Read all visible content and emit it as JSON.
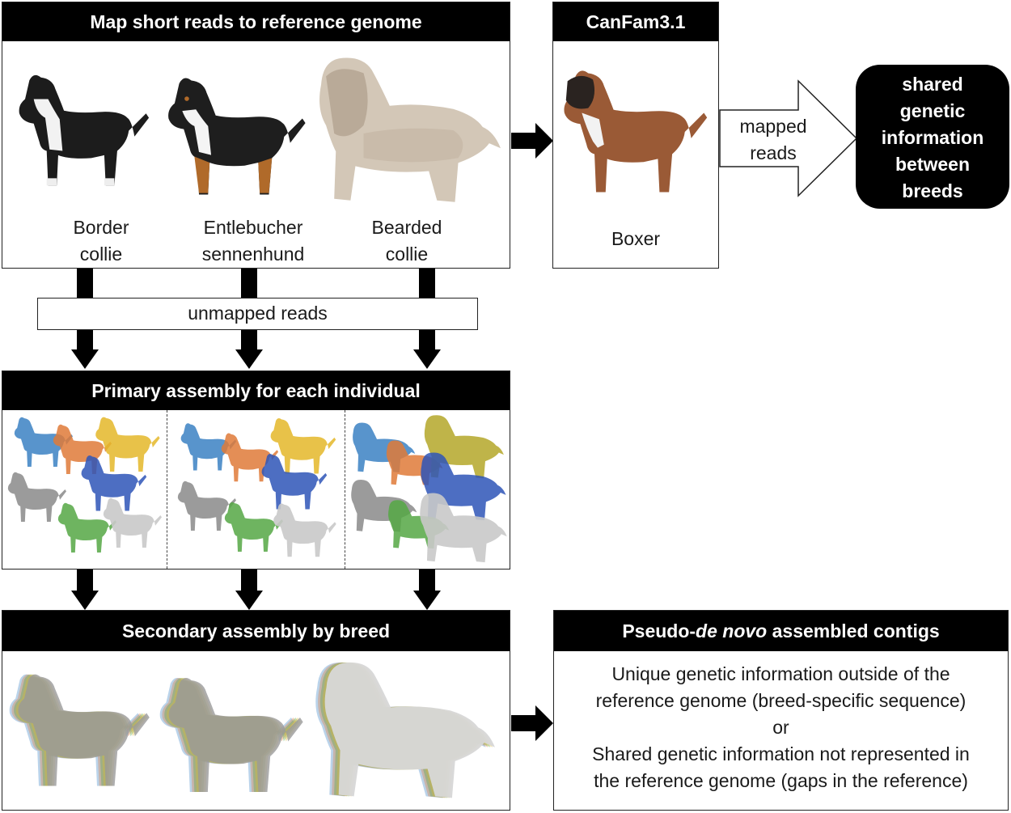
{
  "top_box": {
    "title": "Map short reads to reference genome",
    "breeds": [
      "Border\ncollie",
      "Entlebucher\nsennenhund",
      "Bearded\ncollie"
    ]
  },
  "reference": {
    "title": "CanFam3.1",
    "breed": "Boxer"
  },
  "mapped_label": "mapped\nreads",
  "shared_result": "shared\ngenetic\ninformation\nbetween\nbreeds",
  "unmapped_label": "unmapped reads",
  "primary": {
    "title": "Primary assembly for each individual",
    "individual_colors": [
      "#3b82c4",
      "#e07b39",
      "#e5b82a",
      "#2f55b8",
      "#8a8a8a",
      "#55a845",
      "#c9c9c9"
    ]
  },
  "secondary": {
    "title": "Secondary assembly by breed"
  },
  "contigs": {
    "title_pre": "Pseudo-",
    "title_italic": "de novo",
    "title_post": " assembled contigs",
    "lines": [
      "Unique genetic information outside of the",
      "reference genome (breed-specific sequence)",
      "or",
      "Shared genetic information not represented in",
      "the reference genome (gaps in the reference)"
    ]
  },
  "colors": {
    "header_bg": "#000000",
    "header_text": "#ffffff",
    "boxer_coat": "#9a5a36",
    "border_collie": "#1c1c1c",
    "bearded_collie": "#d3c7b7"
  }
}
